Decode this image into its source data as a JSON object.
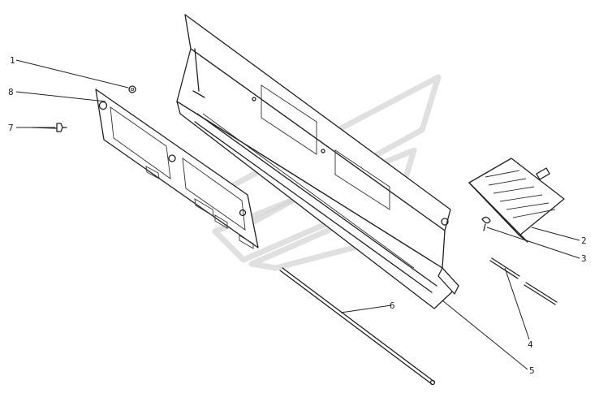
{
  "callouts": [
    {
      "id": "1",
      "label": "1"
    },
    {
      "id": "2",
      "label": "2"
    },
    {
      "id": "3",
      "label": "3"
    },
    {
      "id": "4",
      "label": "4"
    },
    {
      "id": "5",
      "label": "5"
    },
    {
      "id": "6",
      "label": "6"
    },
    {
      "id": "7",
      "label": "7"
    },
    {
      "id": "8",
      "label": "8"
    }
  ],
  "colors": {
    "line": "#222222",
    "background": "#ffffff",
    "watermark": "#d6d6d6"
  },
  "watermark_icon": "manufacturer-logo-watermark"
}
